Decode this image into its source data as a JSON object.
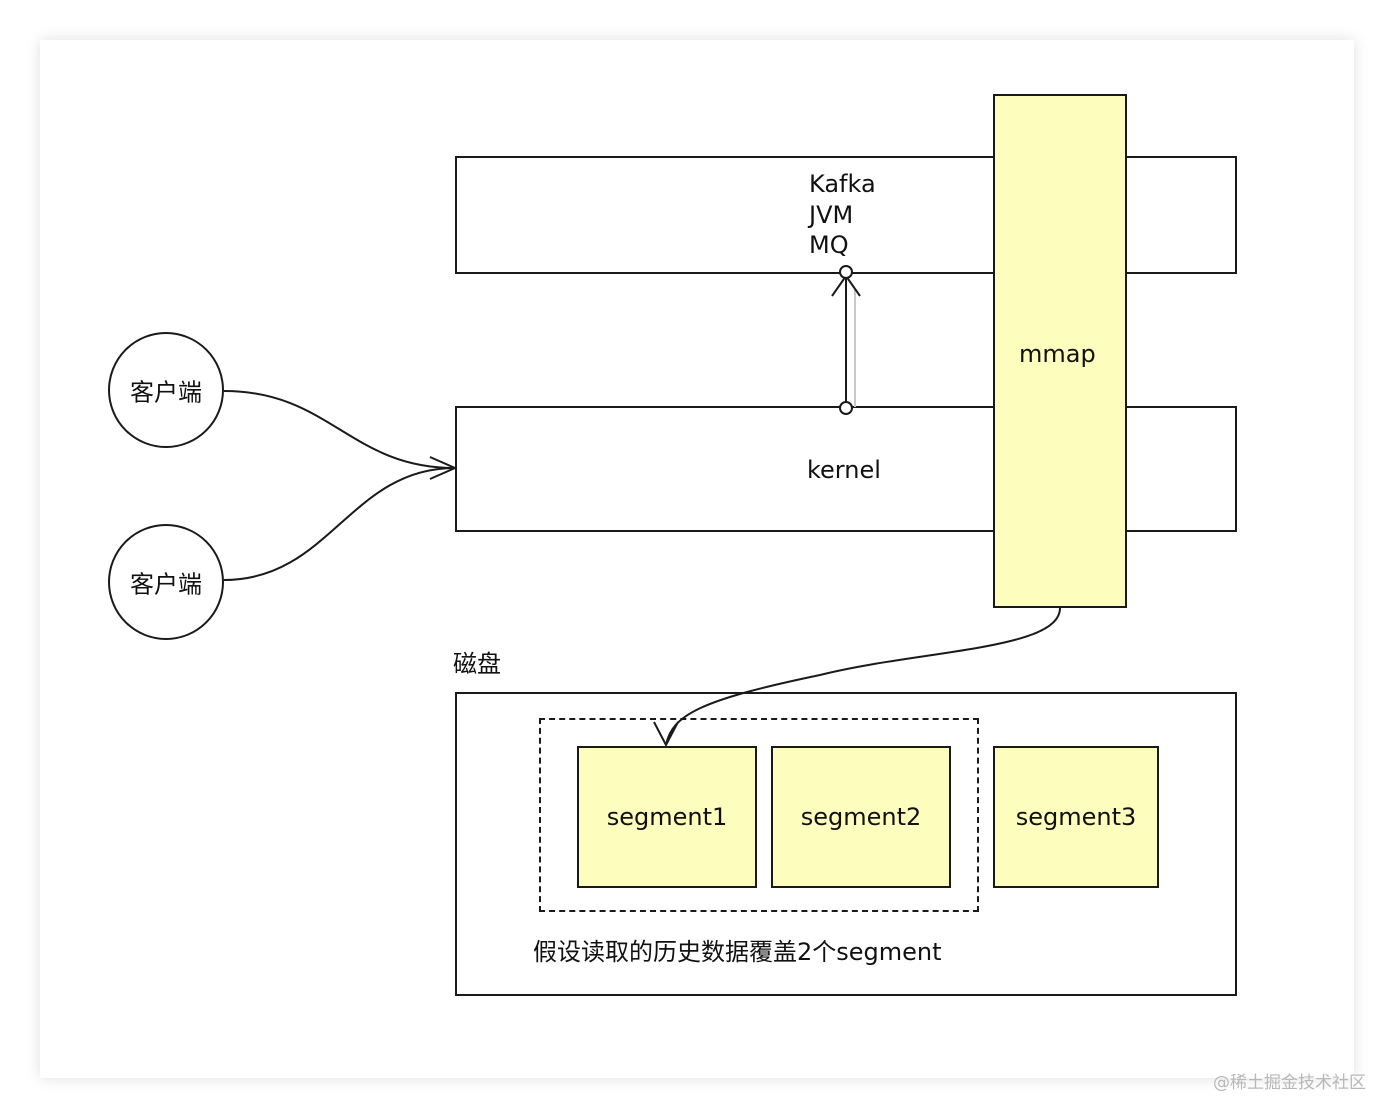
{
  "diagram": {
    "jvm_box": {
      "lines": [
        "Kafka",
        "JVM",
        "MQ"
      ]
    },
    "kernel_box": {
      "label": "kernel"
    },
    "mmap_box": {
      "label": "mmap"
    },
    "clients": [
      "客户端",
      "客户端"
    ],
    "disk": {
      "title": "磁盘",
      "segments": [
        "segment1",
        "segment2",
        "segment3"
      ],
      "caption": "假设读取的历史数据覆盖2个segment"
    },
    "colors": {
      "segment_fill": "#fdfdbd",
      "stroke": "#1a1a1a"
    }
  },
  "watermark": "@稀土掘金技术社区"
}
